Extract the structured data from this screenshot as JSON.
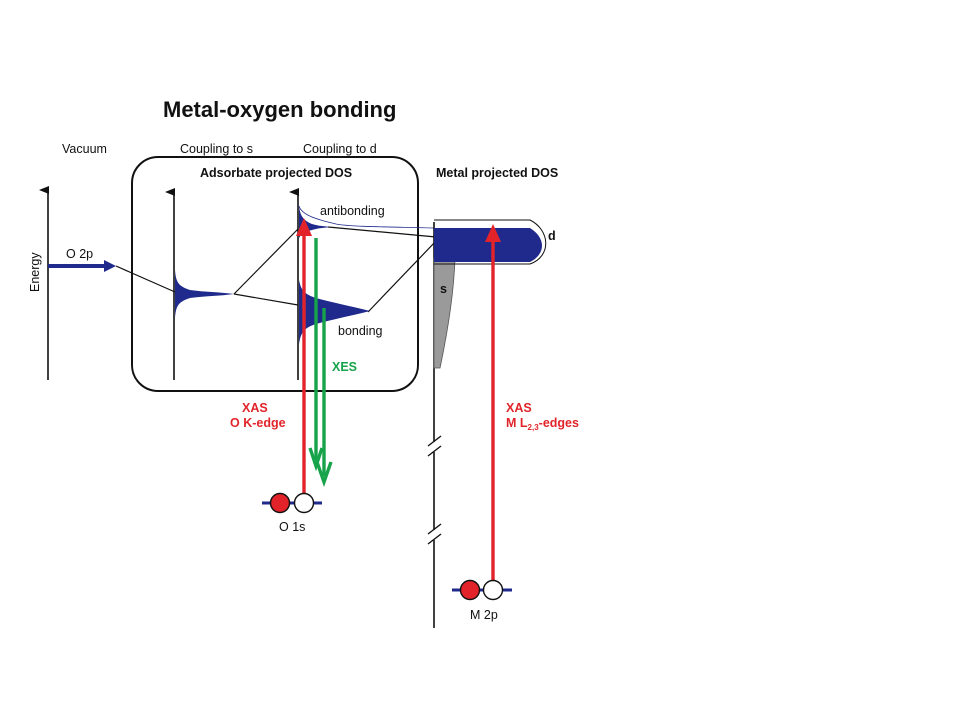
{
  "title": "Metal-oxygen bonding",
  "columns": {
    "vacuum": "Vacuum",
    "coupling_s": "Coupling to s",
    "coupling_d": "Coupling to d"
  },
  "boxes": {
    "adsorbate": "Adsorbate projected DOS",
    "metal": "Metal projected DOS"
  },
  "axis": {
    "energy": "Energy"
  },
  "states": {
    "o2p": "O 2p",
    "antibonding": "antibonding",
    "bonding": "bonding",
    "d_band": "d",
    "s_band": "s",
    "o1s": "O 1s",
    "m2p": "M 2p"
  },
  "transitions": {
    "xes": "XES",
    "xas_o_line1": "XAS",
    "xas_o_line2": "O K-edge",
    "xas_m_line1": "XAS",
    "xas_m_line2_prefix": "M L",
    "xas_m_line2_sub": "2,3",
    "xas_m_line2_suffix": "-edges"
  },
  "colors": {
    "dos_fill": "#1f2a8c",
    "s_band_fill": "#9a9a9a",
    "xas_arrow": "#e2242a",
    "xes_arrow": "#16a34a",
    "electron_filled": "#e2242a",
    "electron_empty": "#ffffff"
  }
}
